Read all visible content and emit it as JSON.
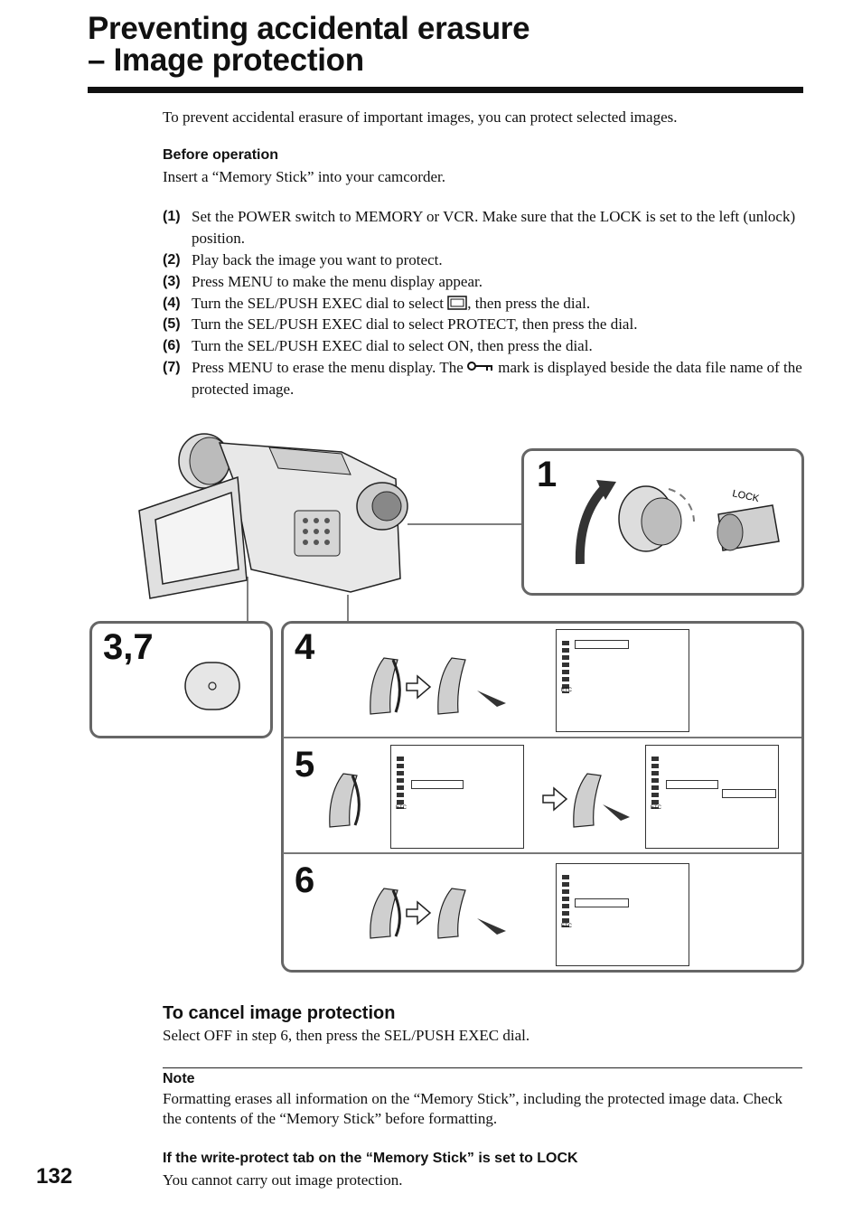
{
  "page": {
    "title_line1": "Preventing accidental erasure",
    "title_line2": "– Image protection",
    "page_number": "132"
  },
  "intro": "To prevent accidental erasure of important images, you can protect selected images.",
  "before_operation": {
    "heading": "Before operation",
    "text": "Insert a “Memory Stick” into your camcorder."
  },
  "steps": [
    {
      "num": "(1)",
      "text": "Set the POWER switch to MEMORY or VCR. Make sure that the LOCK is set to the left (unlock) position."
    },
    {
      "num": "(2)",
      "text": "Play back the image you want to protect."
    },
    {
      "num": "(3)",
      "text": "Press MENU to make the menu display appear."
    },
    {
      "num": "(4)",
      "text_before": "Turn the SEL/PUSH EXEC dial to select",
      "text_after": ", then press the dial."
    },
    {
      "num": "(5)",
      "text": "Turn the SEL/PUSH EXEC dial to select PROTECT, then press the dial."
    },
    {
      "num": "(6)",
      "text": "Turn the SEL/PUSH EXEC dial to select ON, then press the dial."
    },
    {
      "num": "(7)",
      "text_before": "Press MENU to erase the menu display. The",
      "text_after": "mark is displayed beside the data file name of the protected image."
    }
  ],
  "figure": {
    "panel_1_label": "1",
    "panel_37_label": "3,7",
    "panel_4_label": "4",
    "panel_5_label": "5",
    "panel_6_label": "6",
    "lock_label": "LOCK",
    "menu_etc_label": "ETC"
  },
  "cancel": {
    "heading": "To cancel image protection",
    "text": "Select OFF in step 6, then press the SEL/PUSH EXEC dial."
  },
  "note": {
    "heading": "Note",
    "text": "Formatting erases all information on the “Memory Stick”, including the protected image data. Check the contents of the “Memory Stick” before formatting."
  },
  "lock_tab": {
    "heading": "If the write-protect tab on the “Memory Stick” is set to LOCK",
    "text": "You cannot carry out image protection."
  }
}
